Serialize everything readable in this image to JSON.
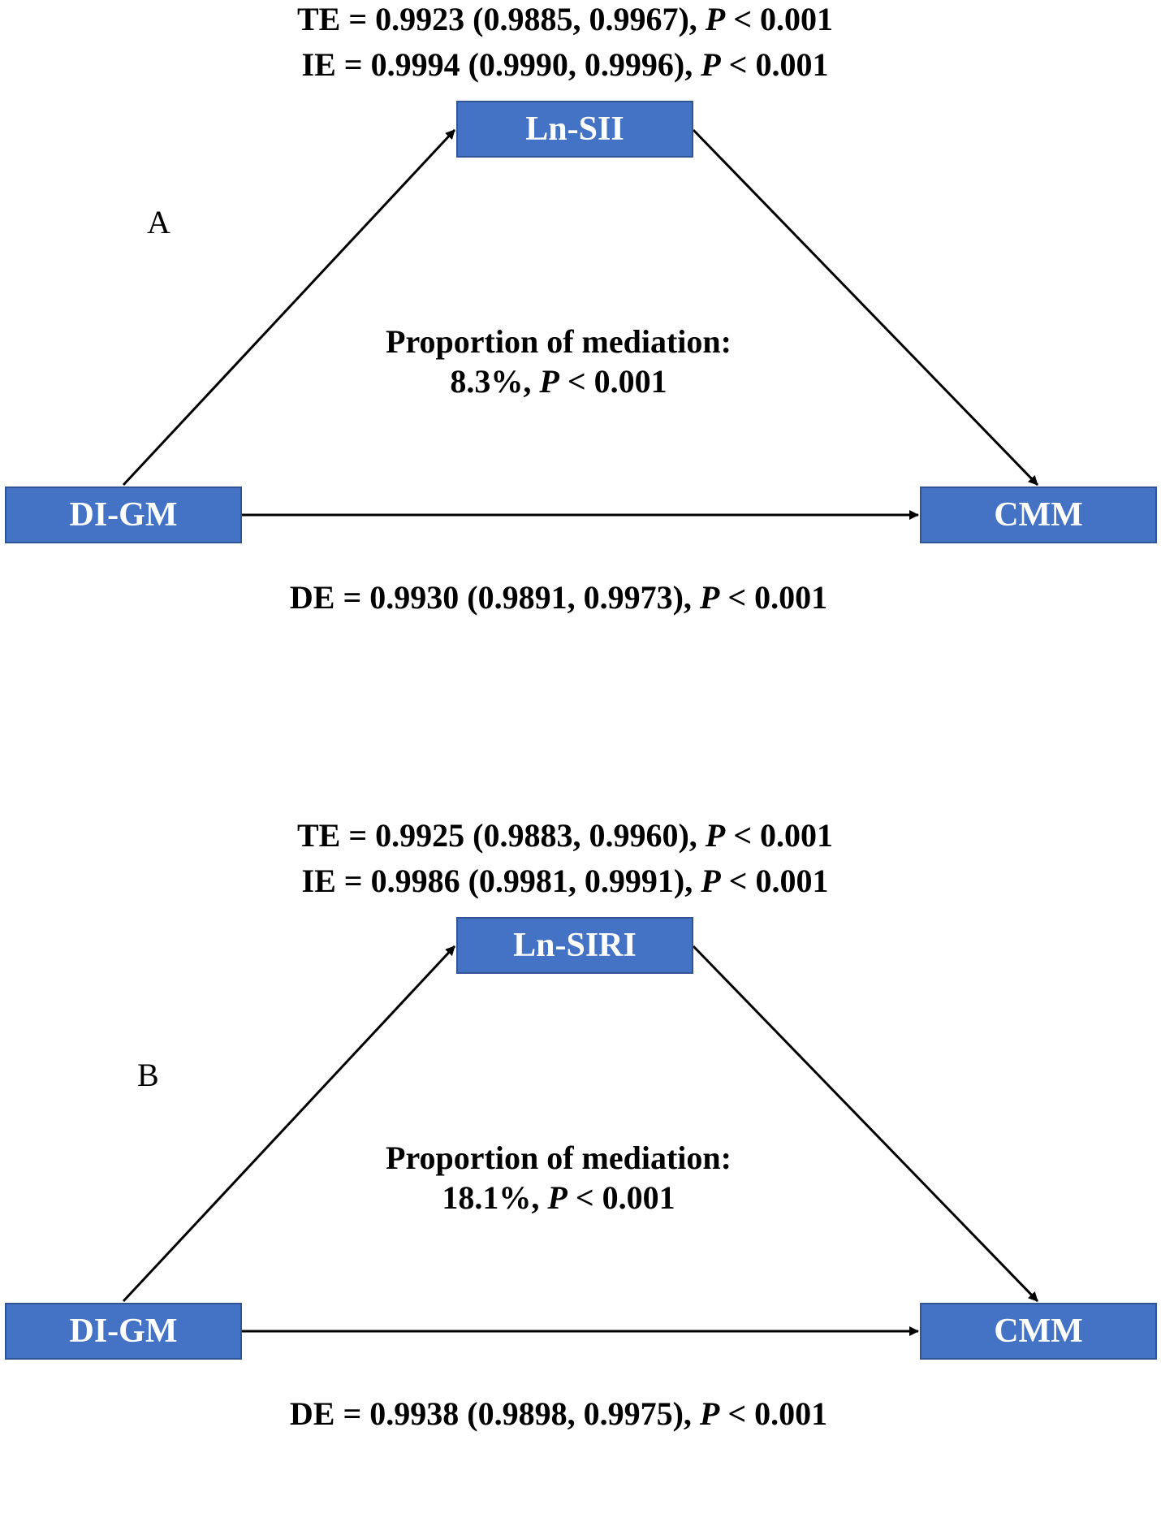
{
  "panels": [
    {
      "letter": "A",
      "mediator": "Ln-SII",
      "exposure": "DI-GM",
      "outcome": "CMM",
      "te": {
        "label": "TE",
        "estimate": "0.9923",
        "ci": "(0.9885, 0.9967)",
        "p_symbol": "P",
        "p_value": "< 0.001"
      },
      "ie": {
        "label": "IE",
        "estimate": "0.9994",
        "ci": "(0.9990, 0.9996)",
        "p_symbol": "P",
        "p_value": "< 0.001"
      },
      "proportion": {
        "label": "Proportion of mediation:",
        "value": "8.3%",
        "p_symbol": "P",
        "p_value": "< 0.001"
      },
      "de": {
        "label": "DE",
        "estimate": "0.9930",
        "ci": "(0.9891, 0.9973)",
        "p_symbol": "P",
        "p_value": "< 0.001"
      }
    },
    {
      "letter": "B",
      "mediator": "Ln-SIRI",
      "exposure": "DI-GM",
      "outcome": "CMM",
      "te": {
        "label": "TE",
        "estimate": "0.9925",
        "ci": "(0.9883, 0.9960)",
        "p_symbol": "P",
        "p_value": "< 0.001"
      },
      "ie": {
        "label": "IE",
        "estimate": "0.9986",
        "ci": "(0.9981, 0.9991)",
        "p_symbol": "P",
        "p_value": "< 0.001"
      },
      "proportion": {
        "label": "Proportion of mediation:",
        "value": "18.1%",
        "p_symbol": "P",
        "p_value": "< 0.001"
      },
      "de": {
        "label": "DE",
        "estimate": "0.9938",
        "ci": "(0.9898, 0.9975)",
        "p_symbol": "P",
        "p_value": "< 0.001"
      }
    }
  ],
  "colors": {
    "node_fill": "#4472c4",
    "node_border": "#2f5597",
    "node_text": "#ffffff",
    "arrow": "#000000"
  }
}
